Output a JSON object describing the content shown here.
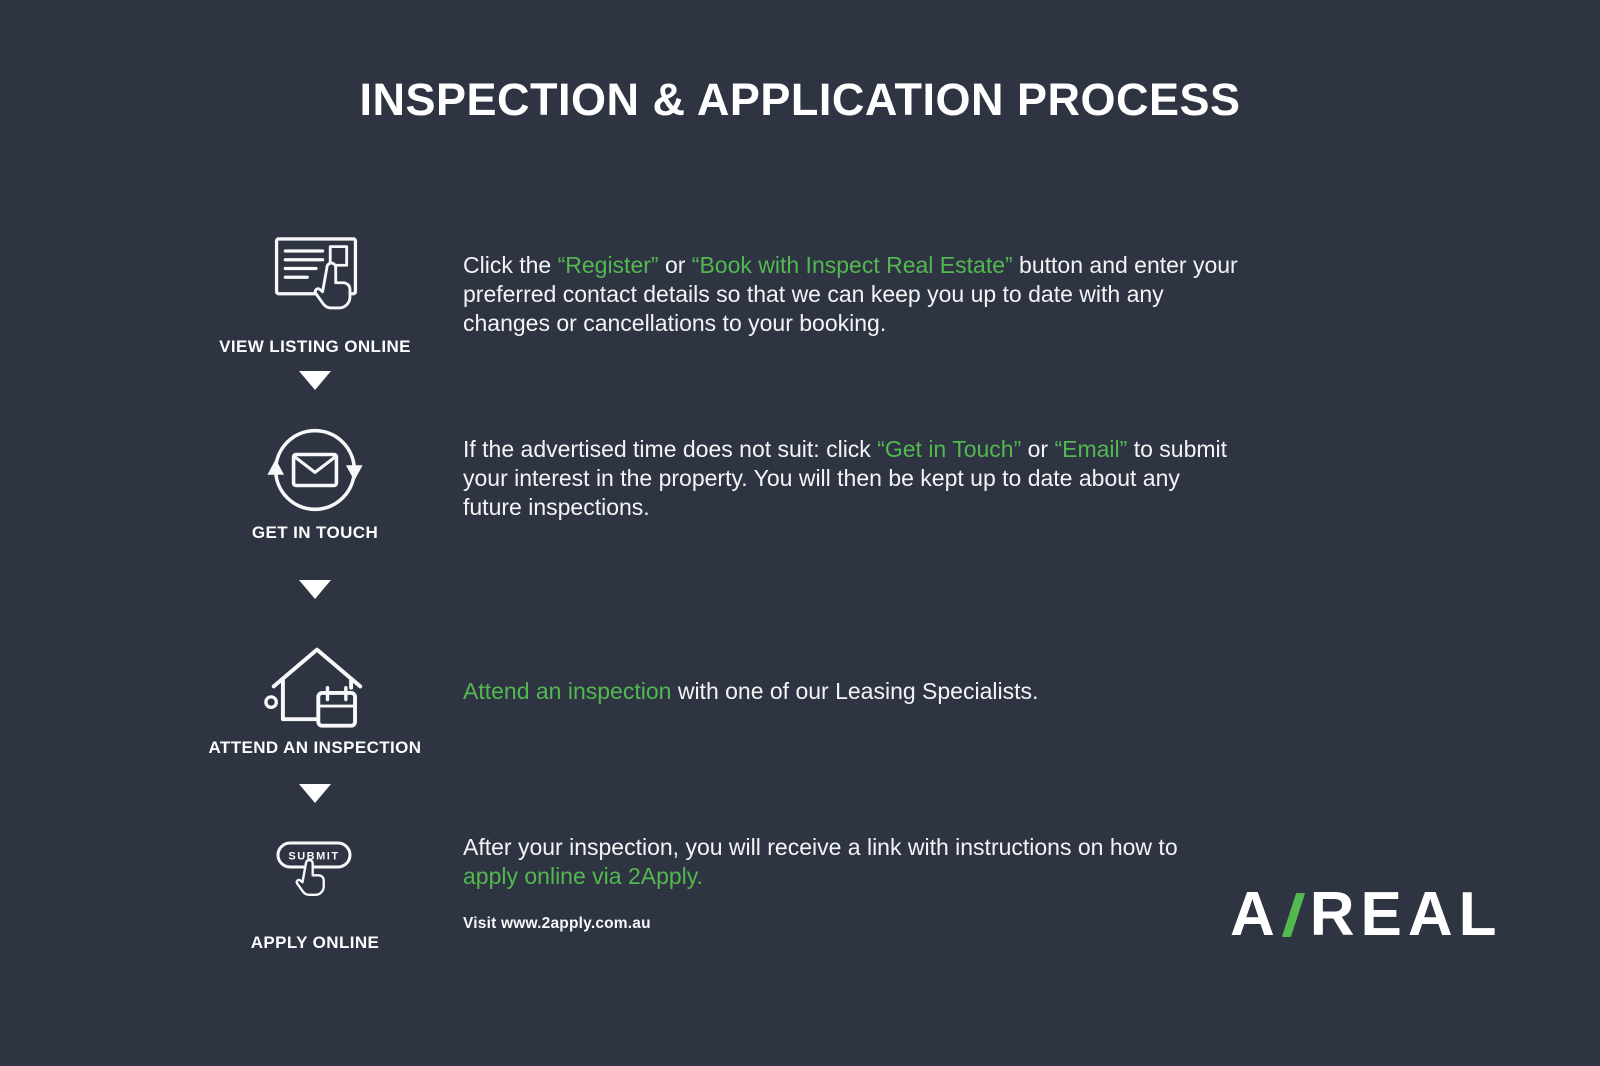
{
  "page": {
    "title": "INSPECTION & APPLICATION PROCESS",
    "bg": "#2e3442",
    "accent": "#52b84f",
    "text": "#f2f4f6"
  },
  "steps": [
    {
      "label": "VIEW LISTING ONLINE",
      "icon": "listing-browser-with-cursor-icon",
      "description": [
        {
          "text": "Click the ",
          "highlight": false
        },
        {
          "text": "“Register”",
          "highlight": true
        },
        {
          "text": " or ",
          "highlight": false
        },
        {
          "text": "“Book with Inspect Real Estate”",
          "highlight": true
        },
        {
          "text": " button and enter your preferred contact details so that we can keep you up to date with any changes or cancellations to your booking.",
          "highlight": false
        }
      ]
    },
    {
      "label": "GET IN TOUCH",
      "icon": "envelope-refresh-icon",
      "description": [
        {
          "text": "If the advertised time does not suit: click ",
          "highlight": false
        },
        {
          "text": "“Get in Touch”",
          "highlight": true
        },
        {
          "text": " or ",
          "highlight": false
        },
        {
          "text": "“Email”",
          "highlight": true
        },
        {
          "text": " to submit your interest in the property. You will then be kept up to date about any future inspections.",
          "highlight": false
        }
      ]
    },
    {
      "label": "ATTEND AN INSPECTION",
      "icon": "house-calendar-icon",
      "description": [
        {
          "text": "Attend an inspection",
          "highlight": true
        },
        {
          "text": " with one of our Leasing Specialists.",
          "highlight": false
        }
      ]
    },
    {
      "label": "APPLY ONLINE",
      "icon": "submit-button-with-cursor-icon",
      "icon_button_text": "SUBMIT",
      "description": [
        {
          "text": "After your inspection, you will receive a link with instructions on how to ",
          "highlight": false
        },
        {
          "text": "apply online via 2Apply.",
          "highlight": true
        }
      ],
      "note": "Visit www.2apply.com.au"
    }
  ],
  "arrow_icon": "down-arrow-icon",
  "logo": {
    "prefix": "A",
    "suffix": "REAL",
    "slash_color": "#52b84f"
  }
}
